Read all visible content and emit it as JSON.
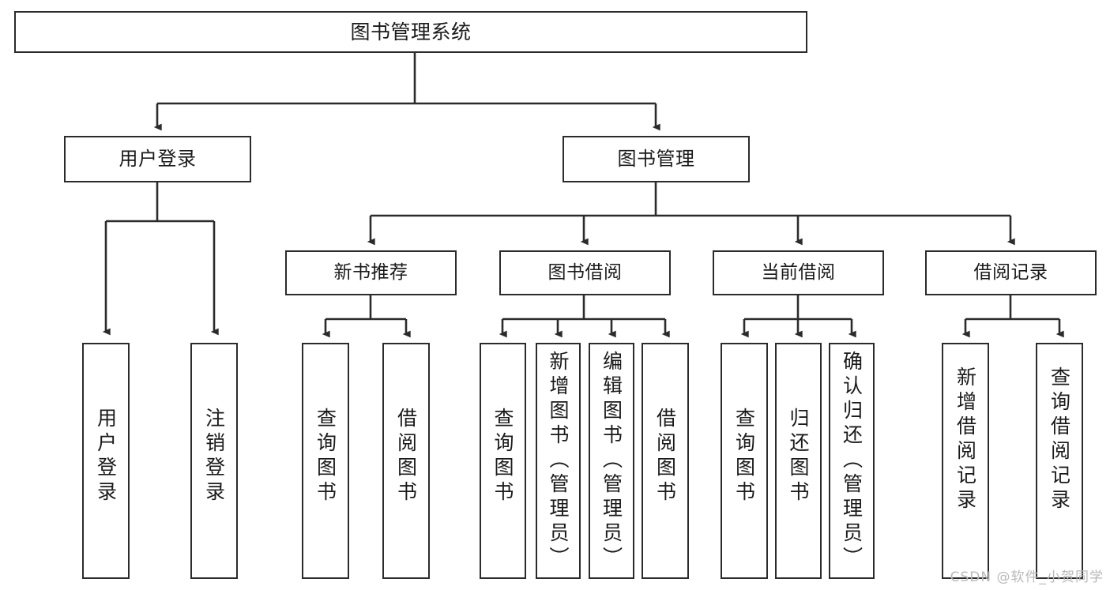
{
  "diagram": {
    "title": "图书管理系统",
    "watermark": "CSDN @软件_小贺同学",
    "stroke_color": "#2b2b2b",
    "background_color": "#ffffff",
    "nodes": {
      "root": "图书管理系统",
      "level2": {
        "user_login": "用户登录",
        "book_manage": "图书管理"
      },
      "level3": {
        "new_book_recommend": "新书推荐",
        "book_borrow": "图书借阅",
        "current_borrow": "当前借阅",
        "borrow_record": "借阅记录"
      },
      "leaves": {
        "user_login_leaf": "用户登录",
        "logout_leaf": "注销登录",
        "query_book_rec": "查询图书",
        "borrow_book_rec": "借阅图书",
        "query_book_borrow": "查询图书",
        "add_book_admin": "新增图书（管理员）",
        "edit_book_admin": "编辑图书（管理员）",
        "borrow_book": "借阅图书",
        "query_book_current": "查询图书",
        "return_book": "归还图书",
        "confirm_return_admin": "确认归还（管理员）",
        "add_borrow_record": "新增借阅记录",
        "query_borrow_record": "查询借阅记录"
      }
    }
  }
}
